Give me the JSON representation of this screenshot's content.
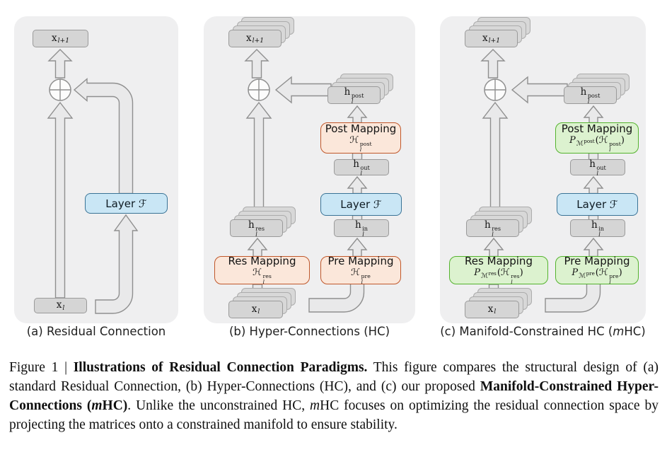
{
  "colors": {
    "panel_bg": "#efeff0",
    "box_gray_fill": "#d5d5d5",
    "box_gray_border": "#9a9a9a",
    "card_fill": "#d8d8d8",
    "card_border": "#acacac",
    "arrow_fill": "#e9e9ea",
    "arrow_stroke": "#8f8f8f",
    "plus_fill": "#fcfcfc",
    "blue_fill": "#c9e6f5",
    "blue_border": "#3a7396",
    "orange_fill": "#fbe7da",
    "orange_border": "#c0572a",
    "green_fill": "#dcf2cf",
    "green_border": "#54b32e",
    "text": "#1a1a1a"
  },
  "panels": [
    {
      "label": [
        {
          "t": "(a) Residual Connection"
        }
      ],
      "x_out": [
        {
          "t": "x"
        },
        {
          "t": "l+1",
          "k": "sub"
        }
      ],
      "x_in": [
        {
          "t": "x"
        },
        {
          "t": "l",
          "k": "sub"
        }
      ],
      "layer": [
        {
          "t": "Layer "
        },
        {
          "t": "ℱ",
          "k": "cal"
        }
      ]
    },
    {
      "label": [
        {
          "t": "(b) Hyper-Connections (HC)"
        }
      ],
      "x_out": [
        {
          "t": "x"
        },
        {
          "t": "l+1",
          "k": "sub"
        }
      ],
      "x_in": [
        {
          "t": "x"
        },
        {
          "t": "l",
          "k": "sub"
        }
      ],
      "layer": [
        {
          "t": "Layer "
        },
        {
          "t": "ℱ",
          "k": "cal"
        }
      ],
      "h_post": [
        {
          "t": "h"
        },
        {
          "k": "ss",
          "sup": "post",
          "sub": "l"
        }
      ],
      "h_out": [
        {
          "t": "h"
        },
        {
          "k": "ss",
          "sup": "out",
          "sub": "l"
        }
      ],
      "h_in": [
        {
          "t": "h"
        },
        {
          "k": "ss",
          "sup": "in",
          "sub": "l"
        }
      ],
      "h_res": [
        {
          "t": "h"
        },
        {
          "k": "ss",
          "sup": "res",
          "sub": "l"
        }
      ],
      "post_title": "Post Mapping",
      "res_title": "Res Mapping",
      "pre_title": "Pre Mapping",
      "post_math": [
        {
          "t": "ℋ",
          "k": "cal"
        },
        {
          "k": "ss",
          "sup": "post",
          "sub": "l"
        }
      ],
      "res_math": [
        {
          "t": "ℋ",
          "k": "cal"
        },
        {
          "k": "ss",
          "sup": "res",
          "sub": "l"
        }
      ],
      "pre_math": [
        {
          "t": "ℋ",
          "k": "cal"
        },
        {
          "k": "ss",
          "sup": "pre",
          "sub": "l"
        }
      ]
    },
    {
      "label": [
        {
          "t": "(c) Manifold-Constrained HC ("
        },
        {
          "t": "m",
          "k": "i"
        },
        {
          "t": "HC)"
        }
      ],
      "x_out": [
        {
          "t": "x"
        },
        {
          "t": "l+1",
          "k": "sub"
        }
      ],
      "x_in": [
        {
          "t": "x"
        },
        {
          "t": "l",
          "k": "sub"
        }
      ],
      "layer": [
        {
          "t": "Layer "
        },
        {
          "t": "ℱ",
          "k": "cal"
        }
      ],
      "h_post": [
        {
          "t": "h"
        },
        {
          "k": "ss",
          "sup": "post",
          "sub": "l"
        }
      ],
      "h_out": [
        {
          "t": "h"
        },
        {
          "k": "ss",
          "sup": "out",
          "sub": "l"
        }
      ],
      "h_in": [
        {
          "t": "h"
        },
        {
          "k": "ss",
          "sup": "in",
          "sub": "l"
        }
      ],
      "h_res": [
        {
          "t": "h"
        },
        {
          "k": "ss",
          "sup": "res",
          "sub": "l"
        }
      ],
      "post_title": "Post Mapping",
      "res_title": "Res Mapping",
      "pre_title": "Pre Mapping",
      "post_math": [
        {
          "t": "P",
          "k": "calP"
        },
        {
          "t": "ℳ",
          "k": "msub"
        },
        {
          "t": "post",
          "k": "msup"
        },
        {
          "t": "("
        },
        {
          "t": "ℋ",
          "k": "cal"
        },
        {
          "k": "ss",
          "sup": "post",
          "sub": "l"
        },
        {
          "t": ")"
        }
      ],
      "res_math": [
        {
          "t": "P",
          "k": "calP"
        },
        {
          "t": "ℳ",
          "k": "msub"
        },
        {
          "t": "res",
          "k": "msup"
        },
        {
          "t": "("
        },
        {
          "t": "ℋ",
          "k": "cal"
        },
        {
          "k": "ss",
          "sup": "res",
          "sub": "l"
        },
        {
          "t": ")"
        }
      ],
      "pre_math": [
        {
          "t": "P",
          "k": "calP"
        },
        {
          "t": "ℳ",
          "k": "msub"
        },
        {
          "t": "pre",
          "k": "msup"
        },
        {
          "t": "("
        },
        {
          "t": "ℋ",
          "k": "cal"
        },
        {
          "k": "ss",
          "sup": "pre",
          "sub": "l"
        },
        {
          "t": ")"
        }
      ]
    }
  ],
  "caption": [
    {
      "t": "Figure 1 | "
    },
    {
      "t": "Illustrations of Residual Connection Paradigms.",
      "k": "b"
    },
    {
      "t": " This figure compares the structural design of (a) standard Residual Connection, (b) Hyper-Connections (HC), and (c) our proposed "
    },
    {
      "t": "Manifold-Constrained Hyper-Connections (",
      "k": "b"
    },
    {
      "t": "m",
      "k": "bi"
    },
    {
      "t": "HC)",
      "k": "b"
    },
    {
      "t": ". Unlike the unconstrained HC, "
    },
    {
      "t": "m",
      "k": "i"
    },
    {
      "t": "HC focuses on optimizing the residual connection space by projecting the matrices onto a constrained manifold to ensure stability."
    }
  ]
}
